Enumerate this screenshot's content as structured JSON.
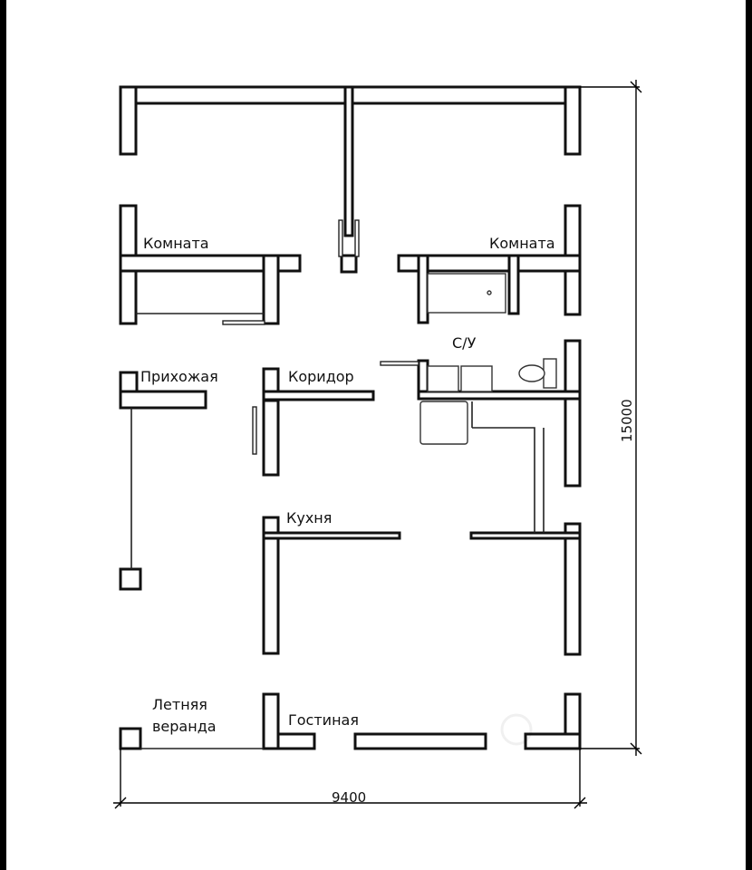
{
  "rooms": {
    "room1": "Комната",
    "room2": "Комната",
    "bathroom": "С/У",
    "hallway": "Прихожая",
    "corridor": "Коридор",
    "kitchen": "Кухня",
    "veranda_line1": "Летняя",
    "veranda_line2": "веранда",
    "living": "Гостиная"
  },
  "dimensions": {
    "width": "9400",
    "height": "15000"
  },
  "colors": {
    "wall_stroke": "#111111",
    "background": "#ffffff"
  }
}
